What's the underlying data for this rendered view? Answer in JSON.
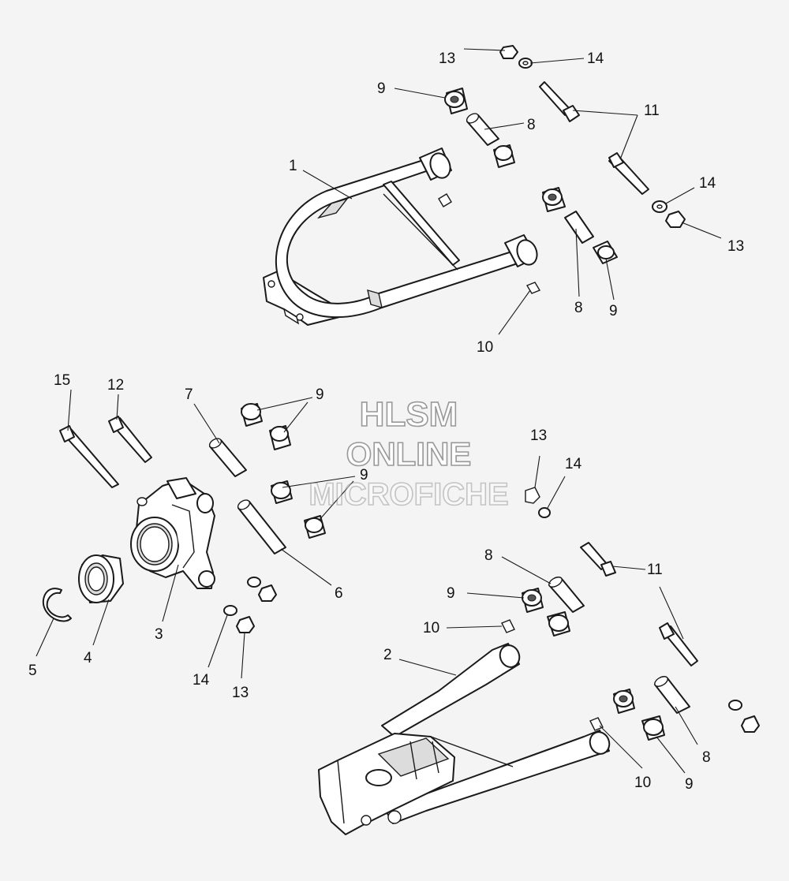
{
  "watermark": {
    "line1": "HLSM",
    "line2": "ONLINE",
    "line3": "MICROFICHE"
  },
  "callouts": {
    "c1": "1",
    "c2": "2",
    "c3": "3",
    "c4": "4",
    "c5": "5",
    "c6": "6",
    "c7": "7",
    "c8a": "8",
    "c8b": "8",
    "c8c": "8",
    "c8d": "8",
    "c9a": "9",
    "c9b": "9",
    "c9c": "9",
    "c9d": "9",
    "c9e": "9",
    "c9f": "9",
    "c10a": "10",
    "c10b": "10",
    "c10c": "10",
    "c11a": "11",
    "c11b": "11",
    "c12": "12",
    "c13a": "13",
    "c13b": "13",
    "c13c": "13",
    "c13d": "13",
    "c14a": "14",
    "c14b": "14",
    "c14c": "14",
    "c14d": "14",
    "c15": "15"
  }
}
